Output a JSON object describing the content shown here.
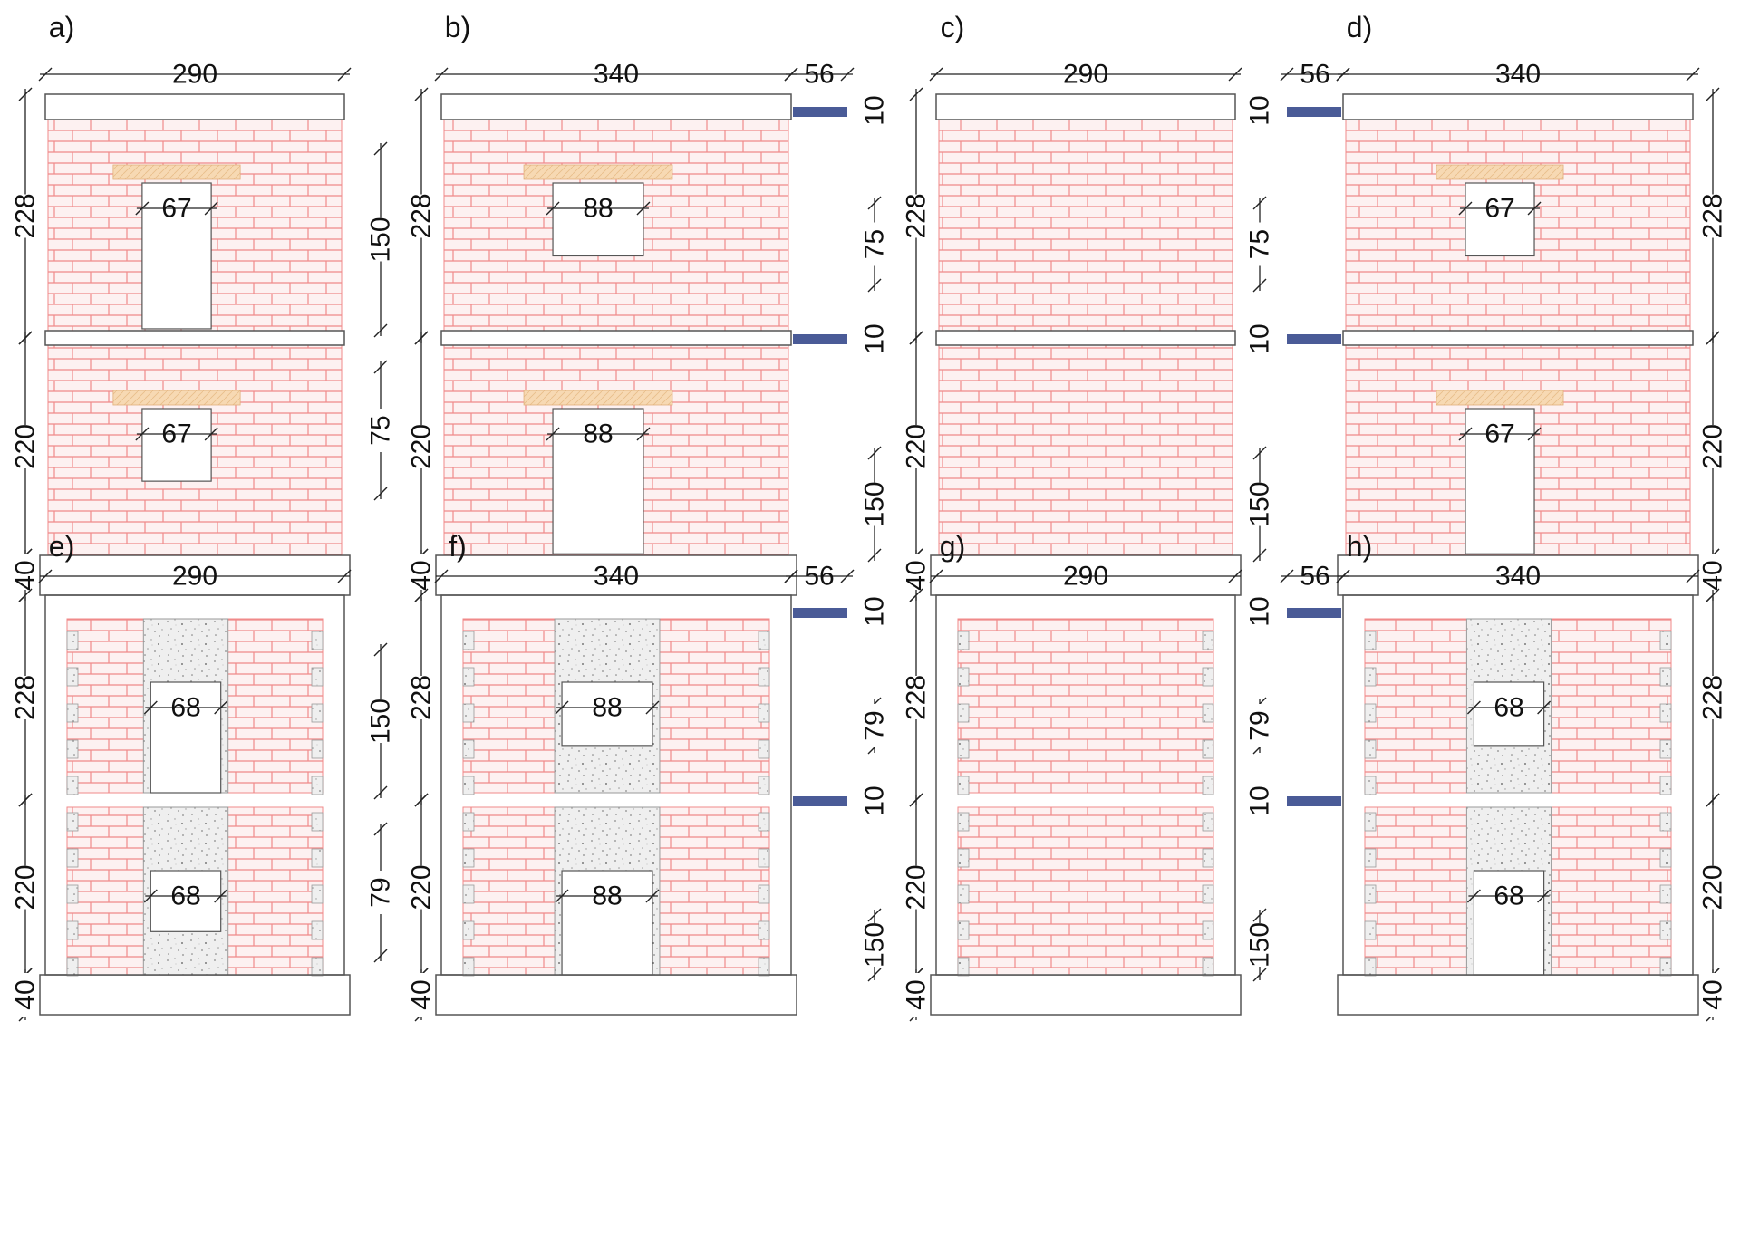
{
  "colors": {
    "background": "#ffffff",
    "brick_fill": "#fdf1f1",
    "brick_joint": "#f08a8a",
    "concrete_fill": "#ededed",
    "concrete_speckle": "#8a8a8a",
    "lintel_fill": "#f7d9b3",
    "support_plate": "#4a5b97",
    "dimension_line": "#222222",
    "text": "#111111"
  },
  "panels": [
    {
      "label": "a)",
      "width": "290",
      "storey_heights": [
        "228",
        "220"
      ],
      "base_height": "40",
      "openings": [
        {
          "width": "67",
          "height": "150"
        },
        {
          "width": "67",
          "height": "75"
        }
      ]
    },
    {
      "label": "b)",
      "width": "340",
      "side_offset": "56",
      "slab_thickness": "10",
      "storey_heights": [
        "228",
        "220"
      ],
      "base_height": "40",
      "openings": [
        {
          "width": "88",
          "height": "75"
        },
        {
          "width": "88",
          "height": "150"
        }
      ]
    },
    {
      "label": "c)",
      "width": "290",
      "storey_heights": [
        "228",
        "220"
      ],
      "base_height": "40",
      "openings": []
    },
    {
      "label": "d)",
      "width": "340",
      "side_offset": "56",
      "slab_thickness": "10",
      "storey_heights": [
        "228",
        "220"
      ],
      "base_height": "40",
      "openings": [
        {
          "width": "67",
          "height": "75"
        },
        {
          "width": "67",
          "height": "150"
        }
      ]
    },
    {
      "label": "e)",
      "width": "290",
      "storey_heights": [
        "228",
        "220"
      ],
      "base_height": "40",
      "openings": [
        {
          "width": "68",
          "height": "150"
        },
        {
          "width": "68",
          "height": "79"
        }
      ]
    },
    {
      "label": "f)",
      "width": "340",
      "side_offset": "56",
      "slab_thickness": "10",
      "storey_heights": [
        "228",
        "220"
      ],
      "base_height": "40",
      "openings": [
        {
          "width": "88",
          "height": "79"
        },
        {
          "width": "88",
          "height": "150"
        }
      ]
    },
    {
      "label": "g)",
      "width": "290",
      "storey_heights": [
        "228",
        "220"
      ],
      "base_height": "40",
      "openings": []
    },
    {
      "label": "h)",
      "width": "340",
      "side_offset": "56",
      "slab_thickness": "10",
      "storey_heights": [
        "228",
        "220"
      ],
      "base_height": "40",
      "openings": [
        {
          "width": "68",
          "height": "79"
        },
        {
          "width": "68",
          "height": "150"
        }
      ]
    }
  ]
}
